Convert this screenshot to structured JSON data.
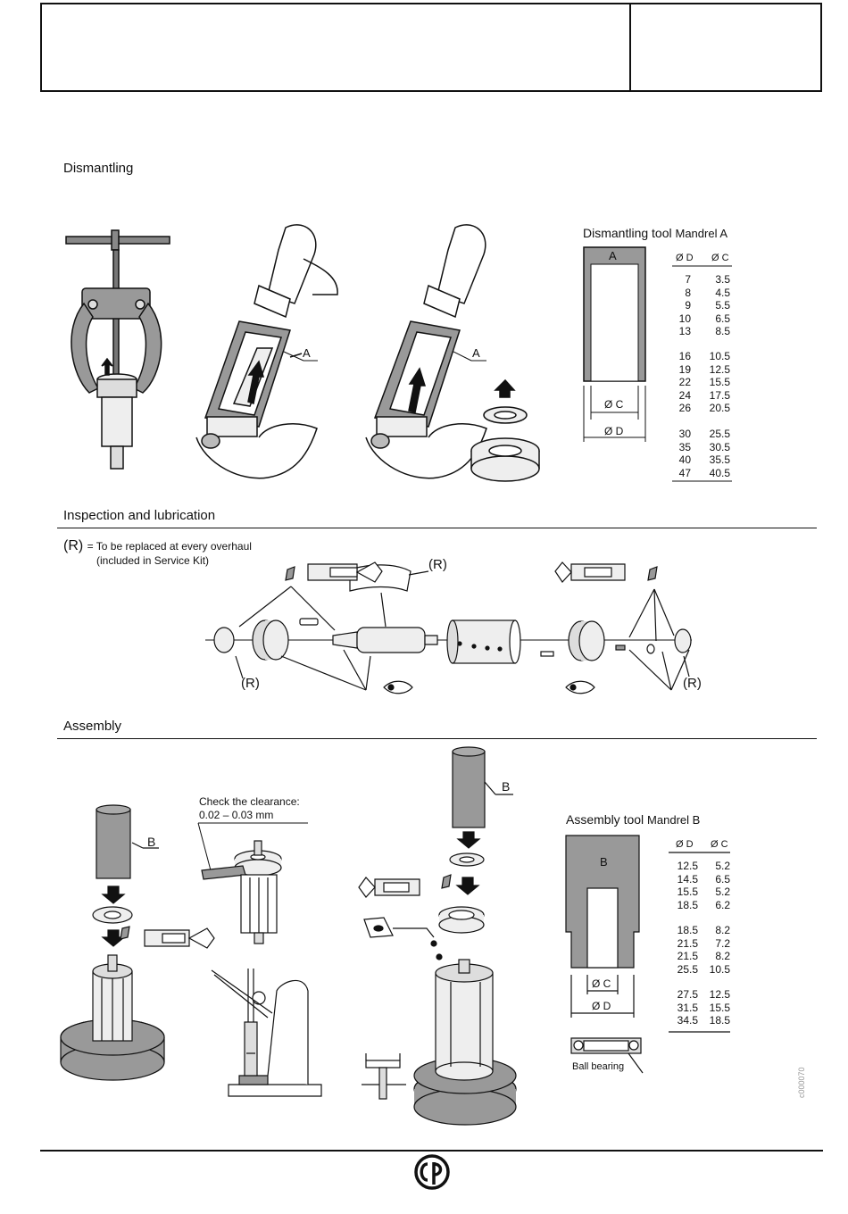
{
  "sections": {
    "dismantling": "Dismantling",
    "inspection": "Inspection and lubrication",
    "assembly": "Assembly"
  },
  "dismantling_tool": {
    "title": "Dismantling tool",
    "subtitle": "Mandrel A",
    "mandrel_label": "A",
    "dim_c": "Ø C",
    "dim_d": "Ø D",
    "col_d_header": "Ø D",
    "col_c_header": "Ø C",
    "groups": [
      {
        "d": [
          "7",
          "8",
          "9",
          "10",
          "13"
        ],
        "c": [
          "3.5",
          "4.5",
          "5.5",
          "6.5",
          "8.5"
        ]
      },
      {
        "d": [
          "16",
          "19",
          "22",
          "24",
          "26"
        ],
        "c": [
          "10.5",
          "12.5",
          "15.5",
          "17.5",
          "20.5"
        ]
      },
      {
        "d": [
          "30",
          "35",
          "40",
          "47"
        ],
        "c": [
          "25.5",
          "30.5",
          "35.5",
          "40.5"
        ]
      }
    ]
  },
  "labels": {
    "a1": "A",
    "a2": "A",
    "r_top": "(R)",
    "r_left": "(R)",
    "r_right": "(R)",
    "b1": "B",
    "b2": "B"
  },
  "inspection_note": {
    "symbol": "(R)",
    "line1": "= To be replaced at every overhaul",
    "line2": "(included in Service Kit)"
  },
  "clearance": {
    "line1": "Check the clearance:",
    "line2": "0.02 – 0.03 mm"
  },
  "assembly_tool": {
    "title": "Assembly tool",
    "subtitle": "Mandrel B",
    "mandrel_label": "B",
    "dim_c": "Ø C",
    "dim_d": "Ø D",
    "bearing_label": "Ball bearing",
    "col_d_header": "Ø D",
    "col_c_header": "Ø C",
    "groups": [
      {
        "d": [
          "12.5",
          "14.5",
          "15.5",
          "18.5"
        ],
        "c": [
          "5.2",
          "6.5",
          "5.2",
          "6.2"
        ]
      },
      {
        "d": [
          "18.5",
          "21.5",
          "21.5",
          "25.5"
        ],
        "c": [
          "8.2",
          "7.2",
          "8.2",
          "10.5"
        ]
      },
      {
        "d": [
          "27.5",
          "31.5",
          "34.5"
        ],
        "c": [
          "12.5",
          "15.5",
          "18.5"
        ]
      }
    ]
  },
  "side_code": "c000070",
  "logo_text": "CP"
}
